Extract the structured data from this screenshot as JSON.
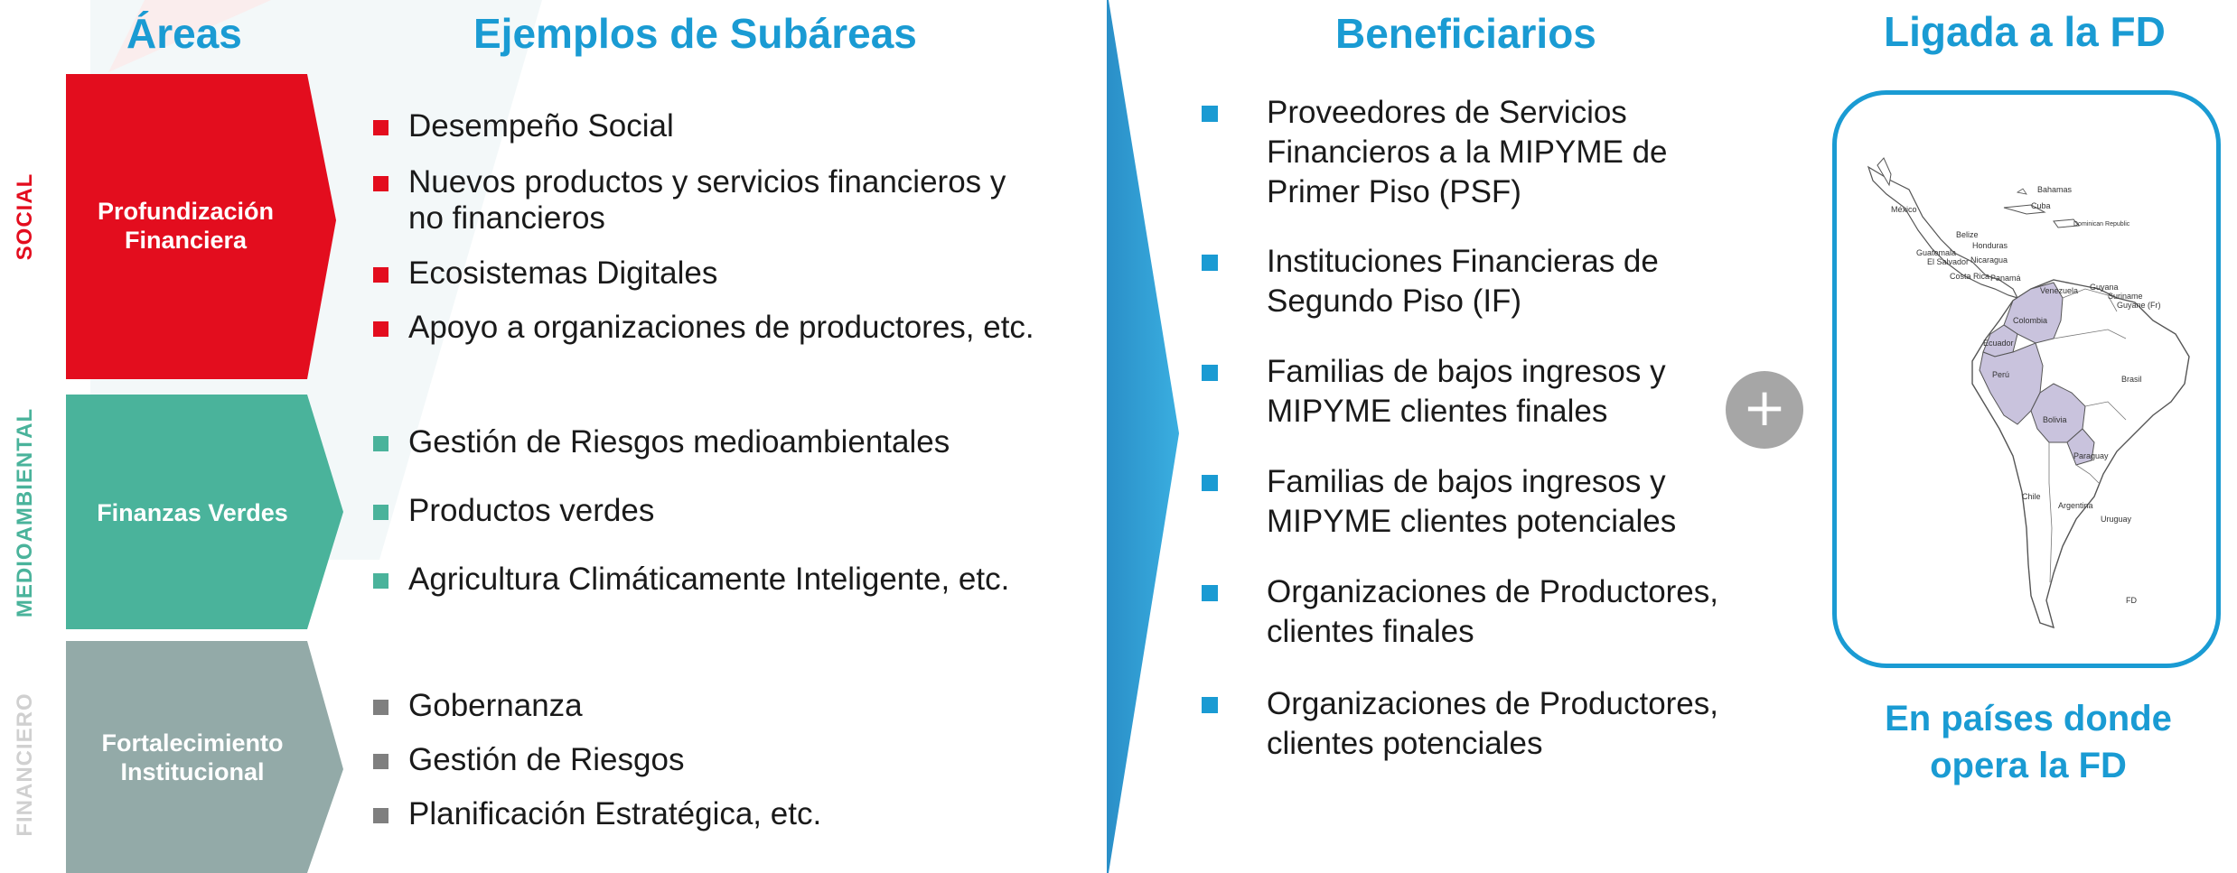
{
  "headers": {
    "areas": "Áreas",
    "subareas": "Ejemplos de Subáreas",
    "beneficiaries": "Beneficiarios",
    "linked": "Ligada a la FD"
  },
  "categories": [
    {
      "vertical_label": "SOCIAL",
      "color": "#e30d1e",
      "area": "Profundización Financiera",
      "area_line1": "Profundización",
      "area_line2": "Financiera",
      "subareas": [
        "Desempeño Social",
        "Nuevos productos y servicios financieros y",
        "no financieros",
        "Ecosistemas Digitales",
        "Apoyo a organizaciones de productores, etc."
      ]
    },
    {
      "vertical_label": "MEDIOAMBIENTAL",
      "color": "#4ab39b",
      "area": "Finanzas Verdes",
      "subareas": [
        "Gestión de Riesgos medioambientales",
        "Productos verdes",
        "Agricultura Climáticamente Inteligente, etc."
      ]
    },
    {
      "vertical_label": "FINANCIERO",
      "color": "#93aaa8",
      "label_color": "#d0d0d0",
      "area_line1": "Fortalecimiento",
      "area_line2": "Institucional",
      "subareas": [
        "Gobernanza",
        "Gestión de Riesgos",
        "Planificación Estratégica, etc."
      ]
    }
  ],
  "beneficiaries": [
    [
      "Proveedores de Servicios",
      "Financieros a la MIPYME de",
      "Primer Piso (PSF)"
    ],
    [
      "Instituciones Financieras de",
      "Segundo Piso (IF)"
    ],
    [
      "Familias de bajos ingresos y",
      "MIPYME clientes finales"
    ],
    [
      "Familias de bajos ingresos  y",
      "MIPYME clientes potenciales"
    ],
    [
      "Organizaciones de Productores,",
      "clientes finales"
    ],
    [
      "Organizaciones de Productores,",
      "clientes potenciales"
    ]
  ],
  "plus_symbol": "+",
  "map_note_line1": "En países donde",
  "map_note_line2": "opera la FD",
  "map_labels": [
    "México",
    "Cuba",
    "Bahamas",
    "Dominican Republic",
    "Belize",
    "Honduras",
    "Guatemala",
    "El Salvador",
    "Nicaragua",
    "Costa Rica",
    "Panamá",
    "Venezuela",
    "Guyana",
    "Suriname",
    "Guyane (Fr)",
    "Colombia",
    "Ecuador",
    "Perú",
    "Brasil",
    "Bolivia",
    "Paraguay",
    "Chile",
    "Argentina",
    "Uruguay",
    "FD"
  ],
  "colors": {
    "accent_blue": "#1a9bd3",
    "social_red": "#e30d1e",
    "green": "#4ab39b",
    "grey": "#93aaa8",
    "map_highlight": "#c9c3dd"
  }
}
